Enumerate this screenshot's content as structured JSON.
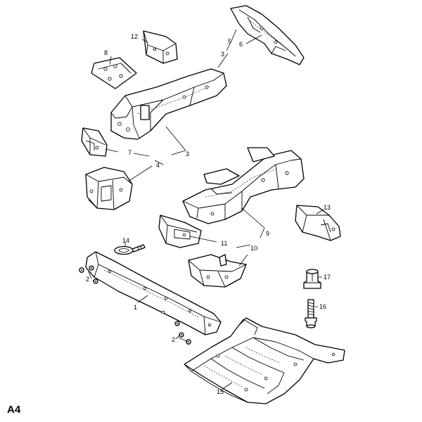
{
  "figure_label": "A4",
  "callouts": {
    "c1": "1",
    "c2a": "2",
    "c2b": "2",
    "c3a": "3",
    "c3b": "3",
    "c4": "4",
    "c5": "5",
    "c6": "6",
    "c7": "7",
    "c8": "8",
    "c9": "9",
    "c10": "10",
    "c11": "11",
    "c12": "12",
    "c13": "13",
    "c14": "14",
    "c15": "15",
    "c16": "16",
    "c17": "17"
  }
}
